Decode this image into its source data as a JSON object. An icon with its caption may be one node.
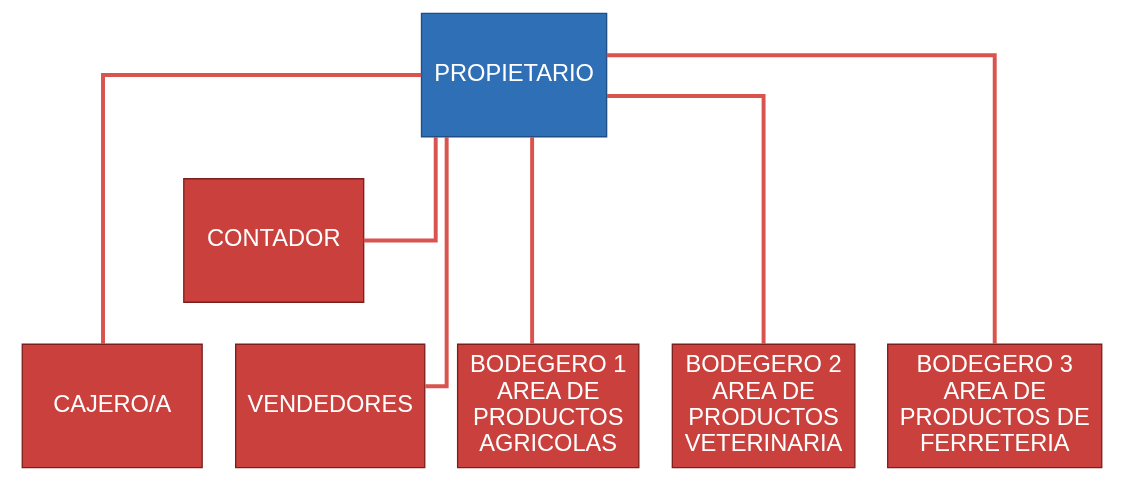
{
  "diagram": {
    "nodes": [
      {
        "text": [
          "PROPIETARIO"
        ]
      },
      {
        "text": [
          "CONTADOR"
        ]
      },
      {
        "text": [
          "CAJERO/A"
        ]
      },
      {
        "text": [
          "VENDEDORES"
        ]
      },
      {
        "text": [
          "BODEGERO 1 AREA DE PRODUCTOS AGRICOLAS"
        ]
      },
      {
        "text": [
          "BODEGERO 2 AREA DE PRODUCTOS VETERINARIA"
        ]
      },
      {
        "text": [
          "BODEGERO 3 AREA DE PRODUCTOS DE FERRETERIA"
        ]
      }
    ],
    "edges": [
      {
        "from": 0,
        "to": 1,
        "arrow": "none"
      },
      {
        "from": 0,
        "to": 2,
        "arrow": "none"
      },
      {
        "from": 0,
        "to": 3,
        "arrow": "none"
      },
      {
        "from": 0,
        "to": 4,
        "arrow": "none"
      },
      {
        "from": 0,
        "to": 5,
        "arrow": "none"
      },
      {
        "from": 0,
        "to": 6,
        "arrow": "none"
      }
    ]
  }
}
